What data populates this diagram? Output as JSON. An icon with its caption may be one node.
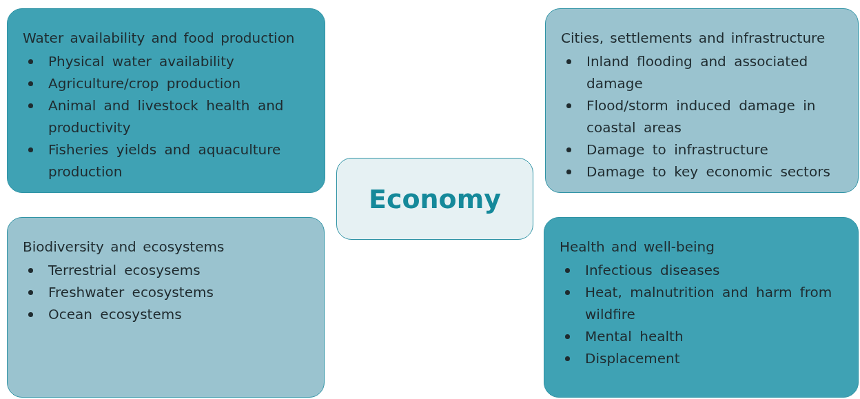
{
  "diagram": {
    "nodes": [
      {
        "text": [
          "Water availability and food production",
          "Physical water availability",
          "Agriculture/crop production",
          "Animal and livestock health and productivity",
          "Fisheries yields and aquaculture production"
        ]
      },
      {
        "text": [
          "Cities, settlements and infrastructure",
          "Inland flooding and associated damage",
          "Flood/storm induced damage in coastal areas",
          "Damage to infrastructure",
          "Damage to key economic sectors"
        ]
      },
      {
        "text": [
          "Economy"
        ]
      },
      {
        "text": [
          "Biodiversity and ecosystems",
          "Terrestrial ecosysems",
          "Freshwater ecosystems",
          "Ocean ecosystems"
        ]
      },
      {
        "text": [
          "Health and well-being",
          "Infectious diseases",
          "Heat, malnutrition and harm from wildfire",
          "Mental health",
          "Displacement"
        ]
      }
    ]
  }
}
